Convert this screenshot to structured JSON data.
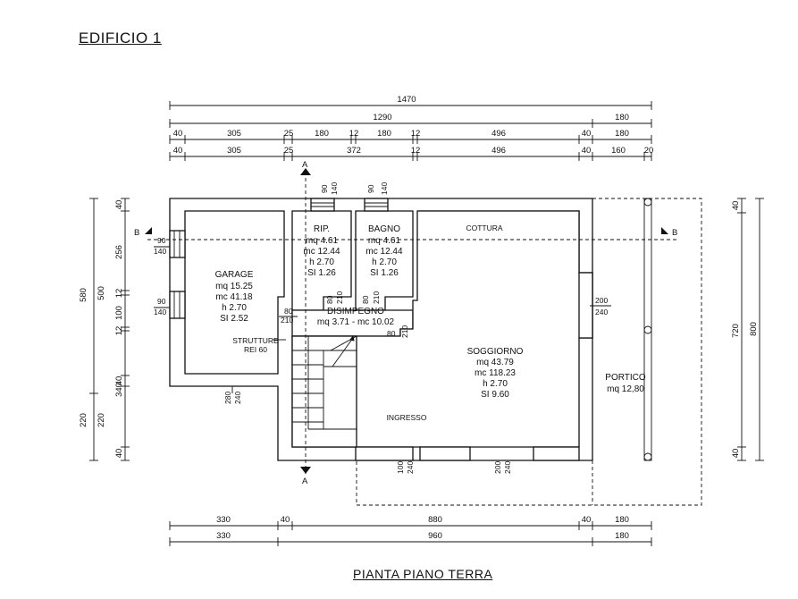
{
  "title": "EDIFICIO 1",
  "footer": "PIANTA PIANO TERRA",
  "dims_top": {
    "row1": [
      "1470"
    ],
    "row2": [
      "1290",
      "180"
    ],
    "row3": [
      "40",
      "305",
      "25",
      "180",
      "12",
      "180",
      "12",
      "496",
      "40",
      "180"
    ],
    "row4": [
      "40",
      "305",
      "25",
      "372",
      "12",
      "496",
      "40",
      "160",
      "20"
    ]
  },
  "dims_bottom": {
    "row1": [
      "330",
      "40",
      "880",
      "40",
      "180"
    ],
    "row2": [
      "330",
      "960",
      "180"
    ]
  },
  "dims_left": {
    "outer": [
      "580",
      "220"
    ],
    "inner": [
      "40",
      "256",
      "500",
      "12",
      "100",
      "12",
      "40",
      "340",
      "220",
      "40"
    ]
  },
  "dims_right": {
    "outer": [
      "800"
    ],
    "inner": [
      "40",
      "720",
      "40"
    ]
  },
  "section_marks": {
    "a": "A",
    "b": "B"
  },
  "rooms": {
    "garage": [
      "GARAGE",
      "mq 15.25",
      "mc 41.18",
      "h 2.70",
      "SI 2.52"
    ],
    "rip": [
      "RIP.",
      "mq 4.61",
      "mc 12.44",
      "h 2.70",
      "SI 1.26"
    ],
    "bagno": [
      "BAGNO",
      "mq 4.61",
      "mc 12.44",
      "h 2.70",
      "SI 1.26"
    ],
    "cottura": "COTTURA",
    "disimpegno": [
      "DISIMPEGNO",
      "mq 3.71 - mc 10.02"
    ],
    "soggiorno": [
      "SOGGIORNO",
      "mq 43.79",
      "mc 118.23",
      "h 2.70",
      "SI 9.60"
    ],
    "ingresso": "INGRESSO",
    "portico": [
      "PORTICO",
      "mq 12,80"
    ],
    "strutture": [
      "STRUTTURE",
      "REI 60"
    ]
  },
  "openings": {
    "top_window": [
      "90",
      "140"
    ],
    "garage_window": [
      "90",
      "140"
    ],
    "door_80_210": [
      "80",
      "210"
    ],
    "door_280_240": [
      "280",
      "240"
    ],
    "door_200_240": [
      "200",
      "240"
    ],
    "door_100_240": [
      "100",
      "240"
    ]
  }
}
